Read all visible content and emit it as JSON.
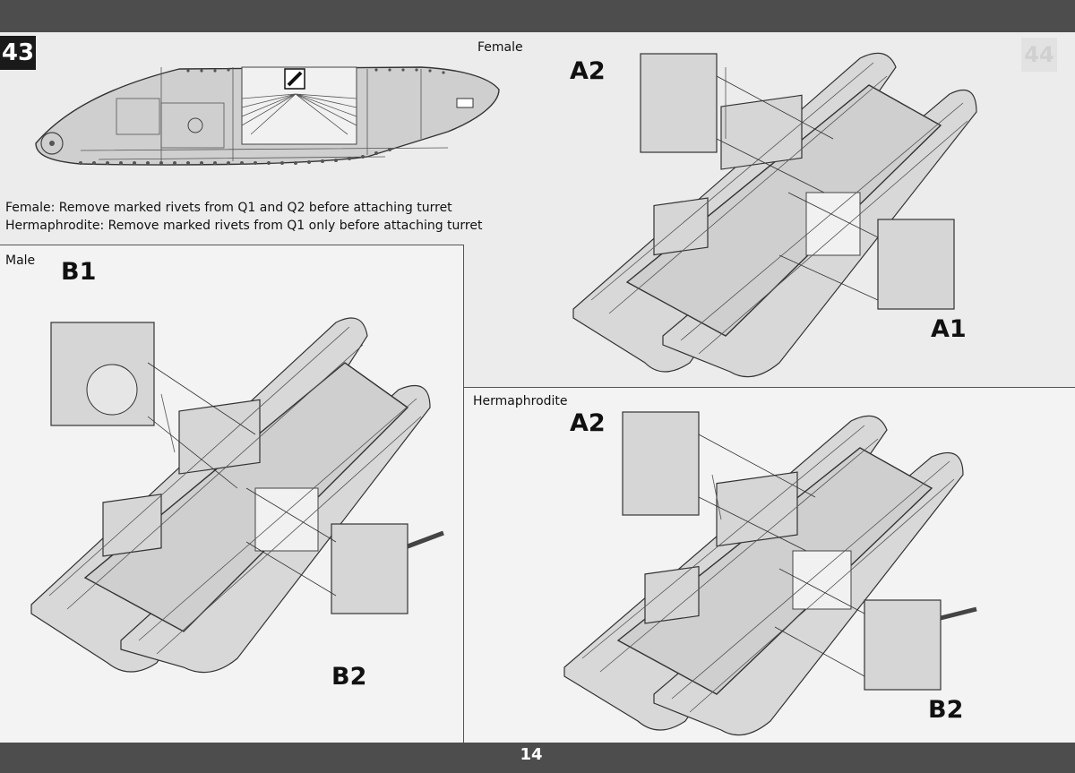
{
  "step_number": "43",
  "page_number": "14",
  "notes": {
    "female": "Female: Remove marked rivets from Q1 and Q2 before attaching turret",
    "hermaphrodite": "Hermaphrodite: Remove marked rivets from Q1 only before attaching turret"
  },
  "variants": {
    "female": "Female",
    "male": "Male",
    "hermaphrodite": "Hermaphrodite"
  },
  "parts": {
    "female_top": "A2",
    "female_side": "A1",
    "male_top": "B1",
    "male_side": "B2",
    "herm_top": "A2",
    "herm_side": "B2"
  }
}
